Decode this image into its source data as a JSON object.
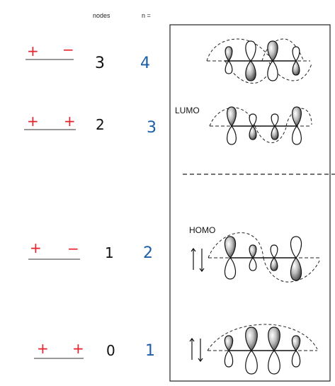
{
  "headers": {
    "nodes": "nodes",
    "n": "n ="
  },
  "rows": [
    {
      "phase_left": "+",
      "phase_right": "−",
      "nodes": "3",
      "n": "4",
      "label": ""
    },
    {
      "phase_left": "+",
      "phase_right": "+",
      "nodes": "2",
      "n": "3",
      "label": "LUMO"
    },
    {
      "phase_left": "+",
      "phase_right": "−",
      "nodes": "1",
      "n": "2",
      "label": "HOMO"
    },
    {
      "phase_left": "+",
      "phase_right": "+",
      "nodes": "0",
      "n": "1",
      "label": ""
    }
  ],
  "colors": {
    "phase_sign": "#e8202a",
    "n_value": "#1c5fa8",
    "ink": "#111111",
    "orbital_fill": "#8a8a8a"
  },
  "icons": {
    "electron_pair": "up-down-arrows-icon"
  }
}
